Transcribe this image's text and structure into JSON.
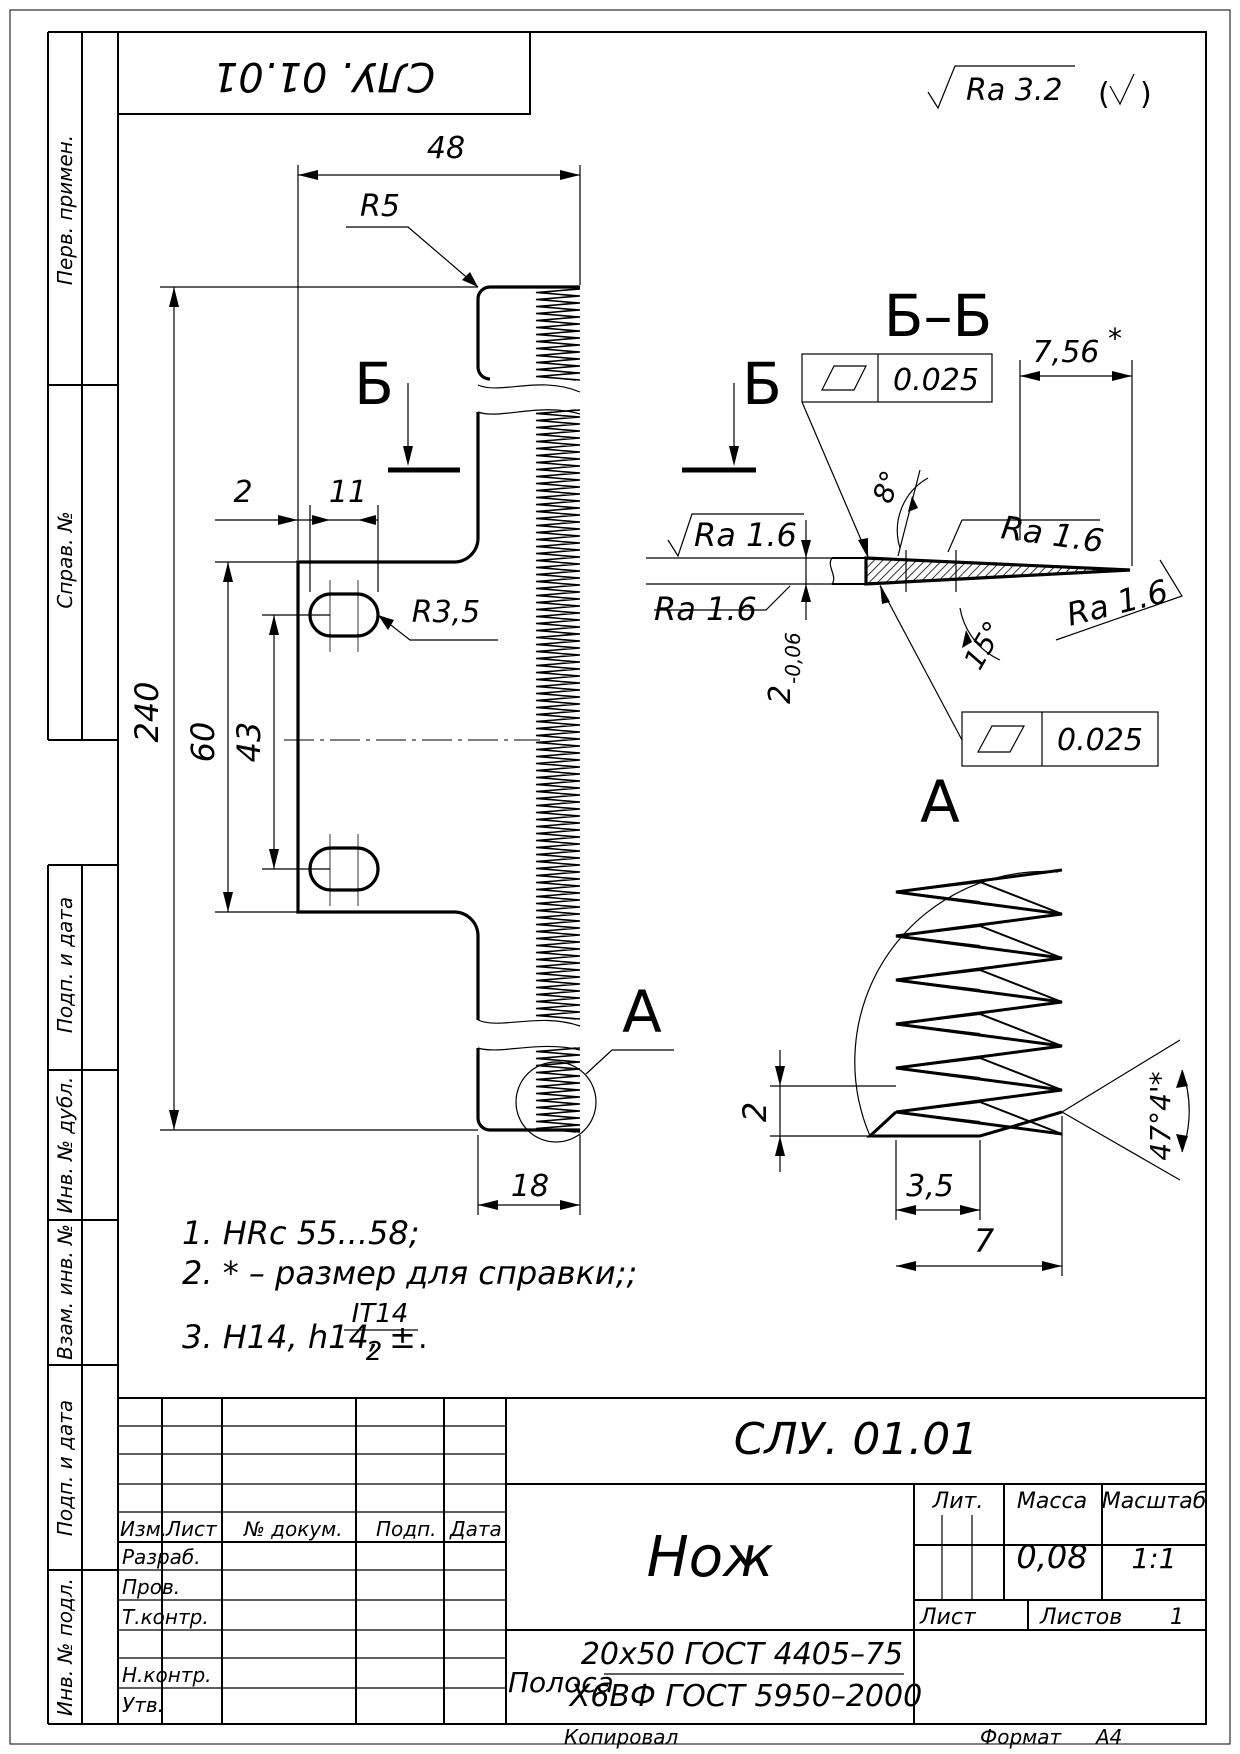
{
  "stamp_top": "СЛУ. 01.01",
  "roughness_general": "Ra 3.2",
  "margin_labels": {
    "perv_primen": "Перв. примен.",
    "sprav_no": "Справ. №",
    "podp_data_1": "Подп. и дата",
    "inv_dubl": "Инв. № дубл.",
    "vzam_inv": "Взам. инв. №",
    "podp_data_2": "Подп. и дата",
    "inv_podl": "Инв. № подл."
  },
  "main_view": {
    "dim_48": "48",
    "dim_R5": "R5",
    "dim_2": "2",
    "dim_11": "11",
    "dim_R35": "R3,5",
    "dim_240": "240",
    "dim_60": "60",
    "dim_43": "43",
    "dim_18": "18",
    "section_mark": "Б",
    "detail_mark": "А"
  },
  "section_view": {
    "title": "Б–Б",
    "dim_756": "7,56",
    "star": "*",
    "flatness_value_1": "0.025",
    "flatness_value_2": "0.025",
    "angle_8": "8°",
    "angle_15": "15°",
    "ra_top_left": "Ra 1.6",
    "ra_bottom_left": "Ra 1.6",
    "ra_top_right": "Ra 1.6",
    "ra_bottom_right": "Ra 1.6",
    "thickness": "2",
    "thickness_tol": "-0,06"
  },
  "detail_view": {
    "title": "А",
    "dim_2": "2",
    "dim_35": "3,5",
    "dim_7": "7",
    "angle": "47°4'*"
  },
  "notes": [
    "1. HRc  55...58;",
    "2.  * – размер для справки;;",
    "3. H14, h14, ±"
  ],
  "notes_fraction": {
    "num": "IT14",
    "den": "2"
  },
  "title_block": {
    "designation": "СЛУ. 01.01",
    "name": "Нож",
    "material_prefix": "Полоса",
    "material_line1": "20х50 ГОСТ 4405–75",
    "material_line2": "Х6ВФ ГОСТ 5950–2000",
    "col_izm": "Изм.",
    "col_list": "Лист",
    "col_doc": "№ докум.",
    "col_podp": "Подп.",
    "col_data": "Дата",
    "row_razrab": "Разраб.",
    "row_prov": "Пров.",
    "row_tkontr": "Т.контр.",
    "row_nkontr": "Н.контр.",
    "row_utv": "Утв.",
    "lit_label": "Лит.",
    "mass_label": "Масса",
    "scale_label": "Масштаб",
    "mass_value": "0,08",
    "scale_value": "1:1",
    "sheet_label": "Лист",
    "sheets_label": "Листов",
    "sheets_value": "1"
  },
  "footer": {
    "copied": "Копировал",
    "format_label": "Формат",
    "format_value": "А4"
  }
}
